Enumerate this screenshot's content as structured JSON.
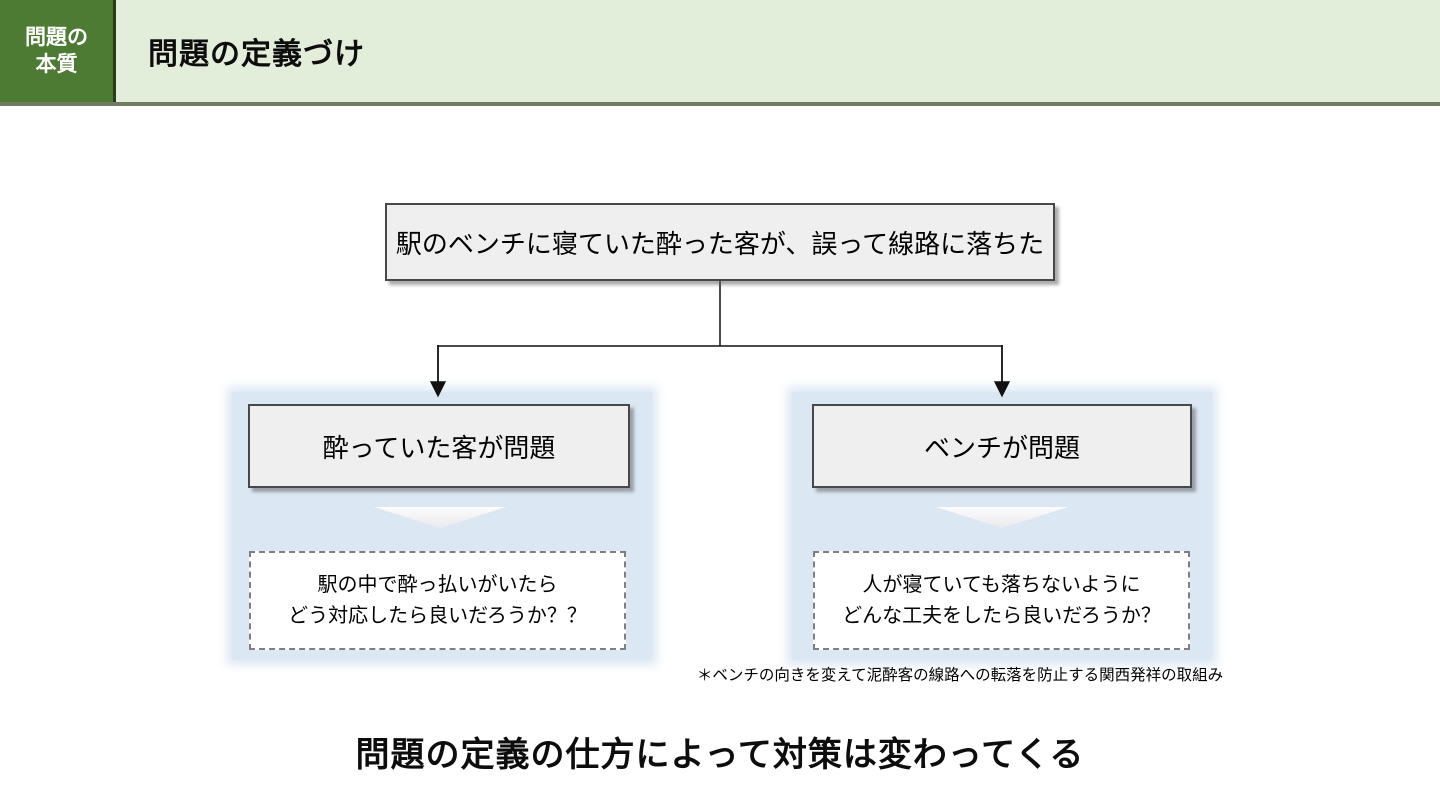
{
  "header": {
    "tag_line1": "問題の",
    "tag_line2": "本質",
    "title": "問題の定義づけ"
  },
  "diagram": {
    "root_box": "駅のベンチに寝ていた酔った客が、誤って線路に落ちた",
    "left": {
      "label": "酔っていた客が問題",
      "question_line1": "駅の中で酔っ払いがいたら",
      "question_line2": "どう対応したら良いだろうか？？"
    },
    "right": {
      "label": "ベンチが問題",
      "question_line1": "人が寝ていても落ちないように",
      "question_line2": "どんな工夫をしたら良いだろうか？"
    },
    "footnote": "＊ベンチの向きを変えて泥酔客の線路への転落を防止する関西発祥の取組み"
  },
  "conclusion": "問題の定義の仕方によって対策は変わってくる",
  "colors": {
    "tag_bg": "#4e7b34",
    "header_bg": "#e3eeda",
    "header_rule": "#6f7c63",
    "panel_blue": "#dbe7f3",
    "node_fill": "#efefef",
    "node_border": "#484848",
    "arrow": "#111111"
  }
}
